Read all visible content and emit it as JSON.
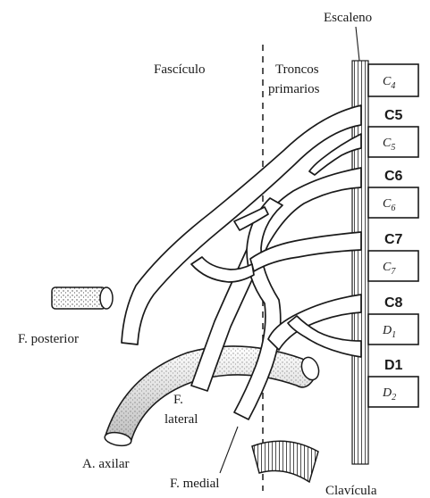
{
  "labels": {
    "escaleno": "Escaleno",
    "fasciculo": "Fascículo",
    "troncos_line1": "Troncos",
    "troncos_line2": "primarios",
    "f_posterior": "F. posterior",
    "f_lateral_line1": "F.",
    "f_lateral_line2": "lateral",
    "a_axilar": "A. axilar",
    "f_medial": "F. medial",
    "clavicula": "Clavícula"
  },
  "roots": [
    {
      "main": "C",
      "sub": "4"
    },
    {
      "main": "C",
      "sub": "5"
    },
    {
      "main": "C",
      "sub": "6"
    },
    {
      "main": "C",
      "sub": "7"
    },
    {
      "main": "D",
      "sub": "1"
    },
    {
      "main": "D",
      "sub": "2"
    }
  ],
  "nerve_labels": [
    "C5",
    "C6",
    "C7",
    "C8",
    "D1"
  ],
  "colors": {
    "ink": "#1a1a1a",
    "paper": "#ffffff",
    "stipple": "#555555"
  }
}
